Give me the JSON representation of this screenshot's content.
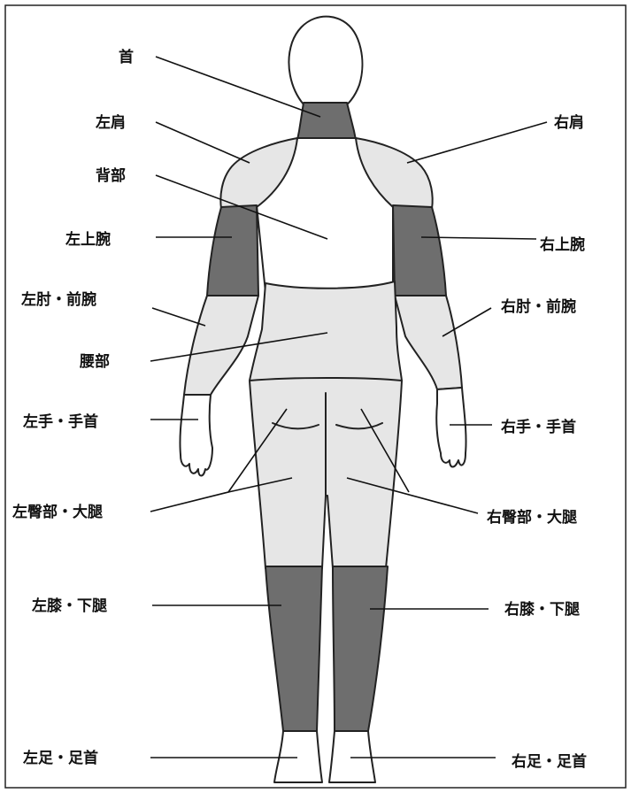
{
  "labels": {
    "neck": "首",
    "left_shoulder": "左肩",
    "right_shoulder": "右肩",
    "back": "背部",
    "left_upper_arm": "左上腕",
    "right_upper_arm": "右上腕",
    "left_elbow_forearm": "左肘・前腕",
    "right_elbow_forearm": "右肘・前腕",
    "lower_back": "腰部",
    "left_hand_wrist": "左手・手首",
    "right_hand_wrist": "右手・手首",
    "left_buttock_thigh": "左臀部・大腿",
    "right_buttock_thigh": "右臀部・大腿",
    "left_knee_lower_leg": "左膝・下腿",
    "right_knee_lower_leg": "右膝・下腿",
    "left_foot_ankle": "左足・足首",
    "right_foot_ankle": "右足・足首"
  },
  "colors": {
    "dark_region": "#6e6e6e",
    "light_region": "#e6e6e6",
    "outline": "#222222",
    "background": "#ffffff"
  }
}
